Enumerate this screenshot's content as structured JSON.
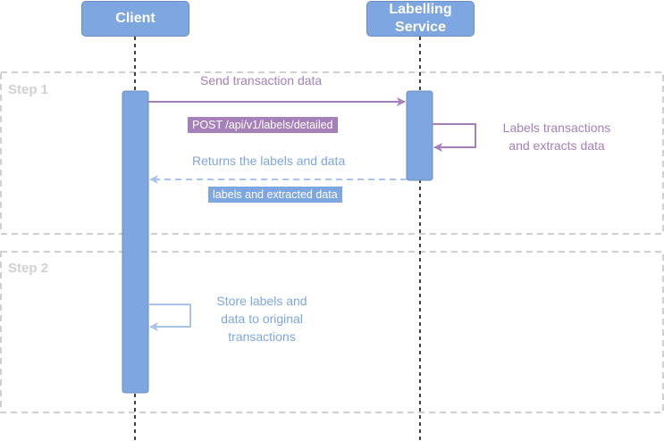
{
  "actors": {
    "client": "Client",
    "service_line1": "Labelling",
    "service_line2": "Service"
  },
  "steps": {
    "step1": "Step 1",
    "step2": "Step 2"
  },
  "messages": {
    "send_label": "Send transaction data",
    "send_tag": "POST /api/v1/labels/detailed",
    "self_service_line1": "Labels transactions",
    "self_service_line2": "and extracts data",
    "return_label": "Returns the labels and data",
    "return_tag": "labels and extracted data",
    "store_line1": "Store labels and",
    "store_line2": "data to original",
    "store_line3": "transactions"
  },
  "colors": {
    "actor_fill": "#7ea6e0",
    "actor_border": "#6c8ebf",
    "purple": "#a680b8",
    "blue": "#7ea6e0",
    "step_border": "#d0d0d0"
  }
}
